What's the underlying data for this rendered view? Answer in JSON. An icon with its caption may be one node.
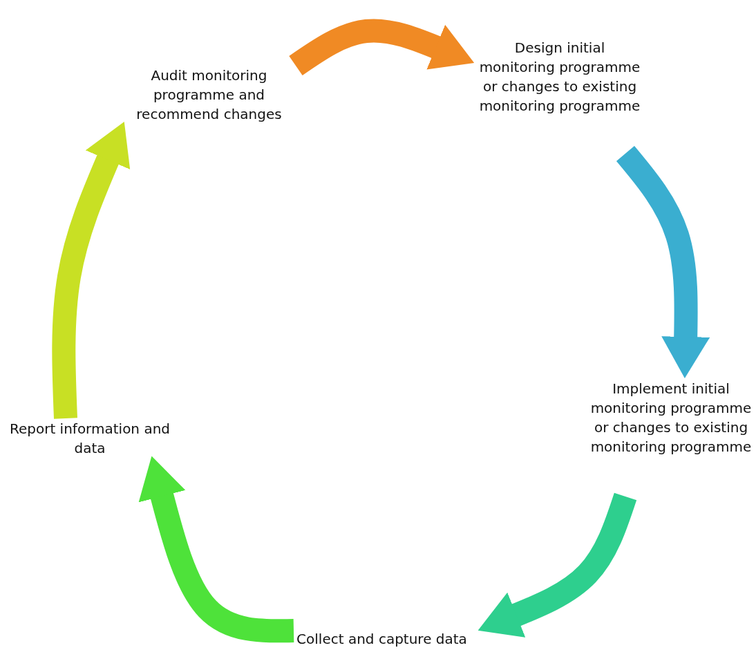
{
  "diagram": {
    "nodes": [
      {
        "text": [
          "Audit monitoring programme and recommend changes"
        ]
      },
      {
        "text": [
          "Design initial monitoring programme or changes to existing monitoring programme"
        ]
      },
      {
        "text": [
          "Implement initial monitoring programme or changes to existing monitoring programme"
        ]
      },
      {
        "text": [
          "Collect and capture data"
        ]
      },
      {
        "text": [
          "Report information and data"
        ]
      }
    ],
    "edges": [
      {
        "from": 0,
        "to": 1,
        "arrow": "to",
        "color": "#f08a24"
      },
      {
        "from": 1,
        "to": 2,
        "arrow": "to",
        "color": "#3aaed0"
      },
      {
        "from": 2,
        "to": 3,
        "arrow": "to",
        "color": "#2ecf8e"
      },
      {
        "from": 3,
        "to": 4,
        "arrow": "to",
        "color": "#4ee23a"
      },
      {
        "from": 4,
        "to": 0,
        "arrow": "to",
        "color": "#c8e024"
      }
    ]
  }
}
